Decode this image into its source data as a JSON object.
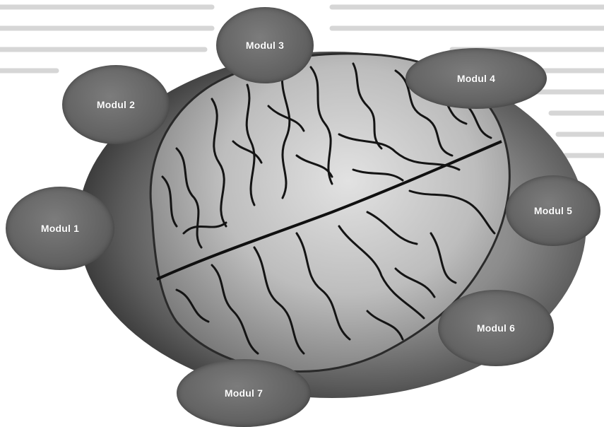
{
  "modules": [
    {
      "label": "Modul 1"
    },
    {
      "label": "Modul 2"
    },
    {
      "label": "Modul 3"
    },
    {
      "label": "Modul 4"
    },
    {
      "label": "Modul 5"
    },
    {
      "label": "Modul 6"
    },
    {
      "label": "Modul 7"
    }
  ],
  "colors": {
    "module_fill": "#626262",
    "ring_outer": "#4a4a4a",
    "ring_inner": "#8a8a8a",
    "brain_fill": "#bdbdbd",
    "sulci": "#111111",
    "module_text": "#ffffff"
  }
}
